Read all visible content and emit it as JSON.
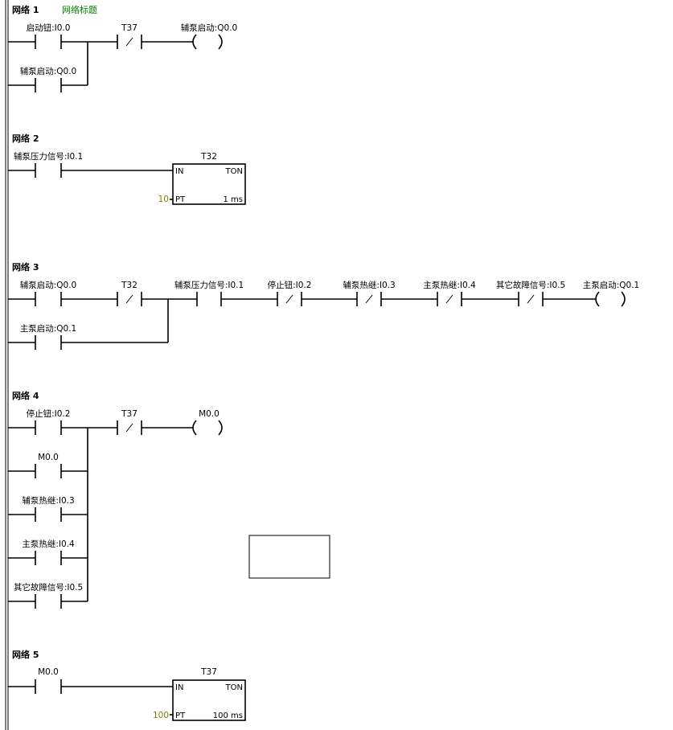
{
  "colors": {
    "background": "#ffffff",
    "wire": "#000000",
    "comment": "#008000",
    "param": "#808000",
    "rail": "#000000"
  },
  "networks": [
    {
      "title": "网络 1",
      "comment": "网络标题",
      "rows": [
        {
          "elements": [
            {
              "type": "contact_no",
              "label": "启动钮:I0.0"
            },
            {
              "type": "contact_nc",
              "label": "T37"
            },
            {
              "type": "coil",
              "label": "辅泵启动:Q0.0"
            }
          ]
        },
        {
          "elements": [
            {
              "type": "contact_no",
              "label": "辅泵启动:Q0.0"
            }
          ]
        }
      ]
    },
    {
      "title": "网络 2",
      "comment": "",
      "rows": [
        {
          "elements": [
            {
              "type": "contact_no",
              "label": "辅泵压力信号:I0.1"
            },
            {
              "type": "timer",
              "label": "T32",
              "in_label": "IN",
              "type_label": "TON",
              "pt_label": "PT",
              "pt_value": "10",
              "resolution": "1 ms"
            }
          ]
        }
      ]
    },
    {
      "title": "网络 3",
      "comment": "",
      "rows": [
        {
          "elements": [
            {
              "type": "contact_no",
              "label": "辅泵启动:Q0.0"
            },
            {
              "type": "contact_nc",
              "label": "T32"
            },
            {
              "type": "contact_no",
              "label": "辅泵压力信号:I0.1"
            },
            {
              "type": "contact_nc",
              "label": "停止钮:I0.2"
            },
            {
              "type": "contact_nc",
              "label": "辅泵热继:I0.3"
            },
            {
              "type": "contact_nc",
              "label": "主泵热继:I0.4"
            },
            {
              "type": "contact_nc",
              "label": "其它故障信号:I0.5"
            },
            {
              "type": "coil",
              "label": "主泵启动:Q0.1"
            }
          ]
        },
        {
          "elements": [
            {
              "type": "contact_no",
              "label": "主泵启动:Q0.1"
            }
          ]
        }
      ]
    },
    {
      "title": "网络 4",
      "comment": "",
      "rows": [
        {
          "elements": [
            {
              "type": "contact_no",
              "label": "停止钮:I0.2"
            },
            {
              "type": "contact_nc",
              "label": "T37"
            },
            {
              "type": "coil",
              "label": "M0.0"
            }
          ]
        },
        {
          "elements": [
            {
              "type": "contact_no",
              "label": "M0.0"
            }
          ]
        },
        {
          "elements": [
            {
              "type": "contact_no",
              "label": "辅泵热继:I0.3"
            }
          ]
        },
        {
          "elements": [
            {
              "type": "contact_no",
              "label": "主泵热继:I0.4"
            }
          ]
        },
        {
          "elements": [
            {
              "type": "contact_no",
              "label": "其它故障信号:I0.5"
            }
          ]
        }
      ]
    },
    {
      "title": "网络 5",
      "comment": "",
      "rows": [
        {
          "elements": [
            {
              "type": "contact_no",
              "label": "M0.0"
            },
            {
              "type": "timer",
              "label": "T37",
              "in_label": "IN",
              "type_label": "TON",
              "pt_label": "PT",
              "pt_value": "100",
              "resolution": "100 ms"
            }
          ]
        }
      ]
    }
  ]
}
